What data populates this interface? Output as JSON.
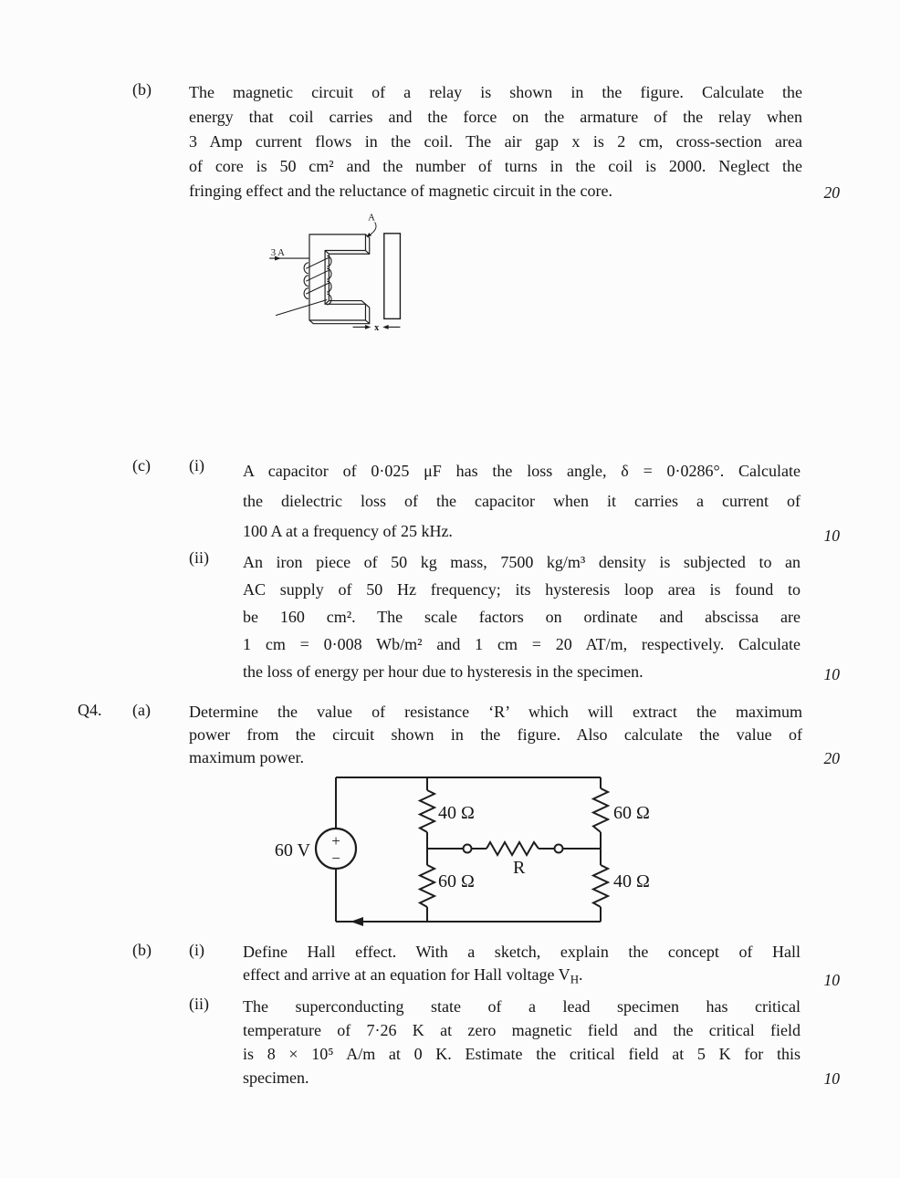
{
  "page": {
    "paper_color": "#fcfcfd",
    "ink_color": "#161616"
  },
  "q3b": {
    "label": "(b)",
    "lines": [
      "The magnetic circuit of a relay is shown in the figure. Calculate the",
      "energy that coil carries and the force on the armature of the relay when",
      "3 Amp current flows in the coil. The air gap x is 2 cm, cross-section area",
      "of core is 50 cm² and the number of turns in the coil is 2000. Neglect the",
      "fringing effect and the reluctance of magnetic circuit in the core."
    ],
    "marks": "20"
  },
  "relay_figure": {
    "area_label": "A",
    "current_label": "3 A",
    "gap_label": "x"
  },
  "q3c": {
    "label": "(c)",
    "i": {
      "label": "(i)",
      "lines": [
        "A capacitor of 0·025 μF has the loss angle, δ = 0·0286°. Calculate",
        "the dielectric loss of the capacitor when it carries a current of",
        "100 A at a frequency of 25 kHz."
      ],
      "marks": "10"
    },
    "ii": {
      "label": "(ii)",
      "lines": [
        "An iron piece of 50 kg mass, 7500 kg/m³ density is subjected to an",
        "AC supply of 50 Hz frequency; its hysteresis loop area is found to",
        "be 160 cm². The scale factors on ordinate and abscissa are",
        "1 cm = 0·008 Wb/m² and 1 cm = 20 AT/m, respectively. Calculate",
        "the loss of energy per hour due to hysteresis in the specimen."
      ],
      "marks": "10"
    }
  },
  "q4": {
    "number": "Q4.",
    "a": {
      "label": "(a)",
      "lines": [
        "Determine the value of resistance ‘R’ which will extract the maximum",
        "power from the circuit shown in the figure. Also calculate the value of",
        "maximum power."
      ],
      "marks": "20"
    },
    "b": {
      "label": "(b)",
      "i": {
        "label": "(i)",
        "line1": "Define Hall effect. With a sketch, explain the concept of Hall",
        "line2_pre": "effect and arrive at an equation for Hall voltage V",
        "line2_sub": "H",
        "line2_post": ".",
        "marks": "10"
      },
      "ii": {
        "label": "(ii)",
        "lines": [
          "The superconducting state of a lead specimen has critical",
          "temperature of 7·26 K at zero magnetic field and the critical field",
          "is 8 × 10⁵ A/m at 0 K. Estimate the critical field at 5 K for this",
          "specimen."
        ],
        "marks": "10"
      }
    }
  },
  "circuit_figure": {
    "source_label": "60 V",
    "plus": "+",
    "minus": "−",
    "top_left": "40 Ω",
    "bottom_left": "60 Ω",
    "top_right": "60 Ω",
    "bottom_right": "40 Ω",
    "variable": "R"
  }
}
